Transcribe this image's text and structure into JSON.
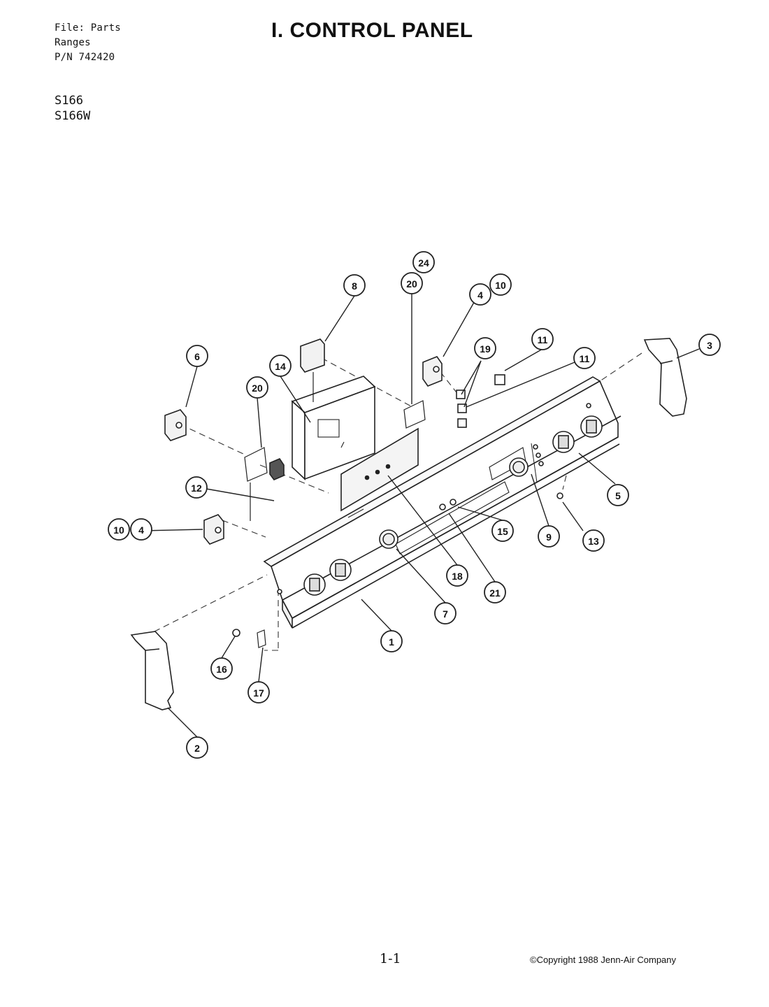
{
  "header": {
    "file_lines": [
      "File: Parts",
      "Ranges",
      "P/N 742420"
    ],
    "models": [
      "S166",
      "S166W"
    ],
    "title": "I. CONTROL PANEL"
  },
  "callouts": [
    "1",
    "2",
    "3",
    "4",
    "4",
    "5",
    "6",
    "7",
    "8",
    "9",
    "10",
    "10",
    "11",
    "11",
    "12",
    "13",
    "14",
    "15",
    "16",
    "17",
    "18",
    "19",
    "20",
    "20",
    "21",
    "24"
  ],
  "footer": {
    "page_number": "1-1",
    "copyright": "©Copyright 1988 Jenn-Air Company"
  }
}
